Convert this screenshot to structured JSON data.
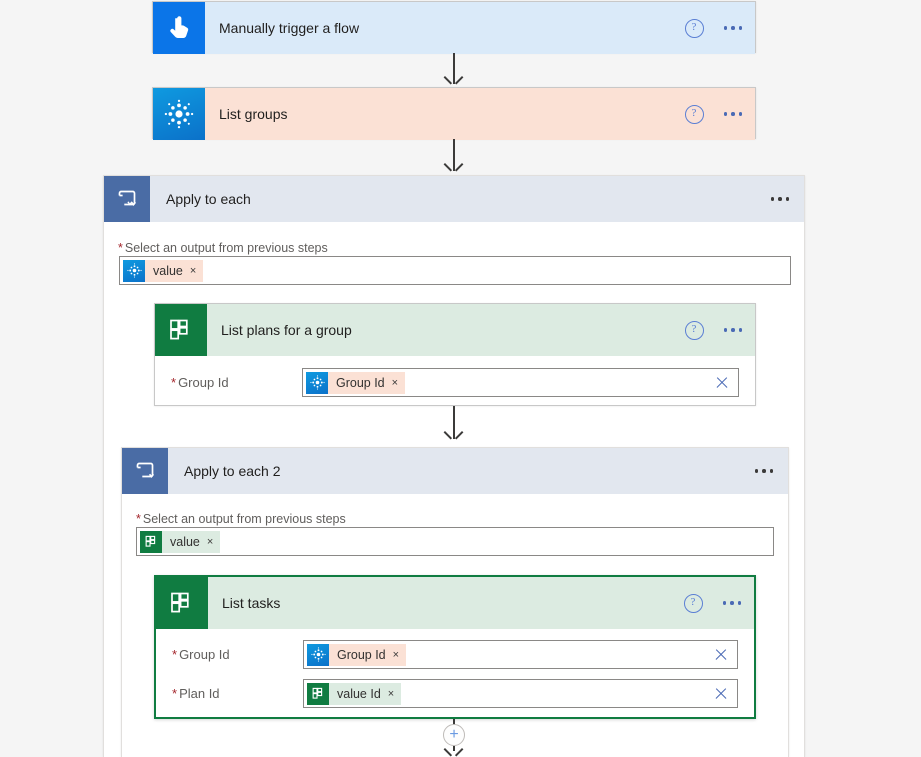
{
  "flow": {
    "trigger": {
      "title": "Manually trigger a flow",
      "icon": "manual-trigger-icon",
      "help_label": "?",
      "menu_label": "..."
    },
    "list_groups": {
      "title": "List groups",
      "icon": "office365-groups-icon",
      "help_label": "?",
      "menu_label": "..."
    },
    "apply_to_each": {
      "title": "Apply to each",
      "icon": "loop-icon",
      "menu_label": "...",
      "input_label": "Select an output from previous steps",
      "required_mark": "*",
      "token": {
        "label": "value",
        "remove": "×",
        "source": "office365-groups-icon"
      }
    },
    "list_plans": {
      "title": "List plans for a group",
      "icon": "planner-icon",
      "help_label": "?",
      "menu_label": "...",
      "params": [
        {
          "label": "Group Id",
          "required_mark": "*",
          "token": {
            "label": "Group Id",
            "remove": "×",
            "source": "office365-groups-icon"
          },
          "clear_label": "Clear"
        }
      ]
    },
    "apply_to_each_2": {
      "title": "Apply to each 2",
      "icon": "loop-icon",
      "menu_label": "...",
      "input_label": "Select an output from previous steps",
      "required_mark": "*",
      "token": {
        "label": "value",
        "remove": "×",
        "source": "planner-icon"
      }
    },
    "list_tasks": {
      "title": "List tasks",
      "icon": "planner-icon",
      "help_label": "?",
      "menu_label": "...",
      "selected": true,
      "params": [
        {
          "label": "Group Id",
          "required_mark": "*",
          "token": {
            "label": "Group Id",
            "remove": "×",
            "source": "office365-groups-icon"
          },
          "clear_label": "Clear"
        },
        {
          "label": "Plan Id",
          "required_mark": "*",
          "token": {
            "label": "value Id",
            "remove": "×",
            "source": "planner-icon"
          },
          "clear_label": "Clear"
        }
      ]
    },
    "add_step": {
      "label": "+"
    }
  },
  "colors": {
    "trigger_header": "#daeaf9",
    "trigger_icon": "#0b75e8",
    "aad_header": "#fbe1d5",
    "aad_icon": "#0b71c9",
    "planner_header": "#dcebe1",
    "planner_icon": "#107c41",
    "loop_header": "#e2e7ef",
    "loop_icon": "#4a6ca5",
    "selected_border": "#107c41",
    "canvas": "#f5f5f5"
  }
}
